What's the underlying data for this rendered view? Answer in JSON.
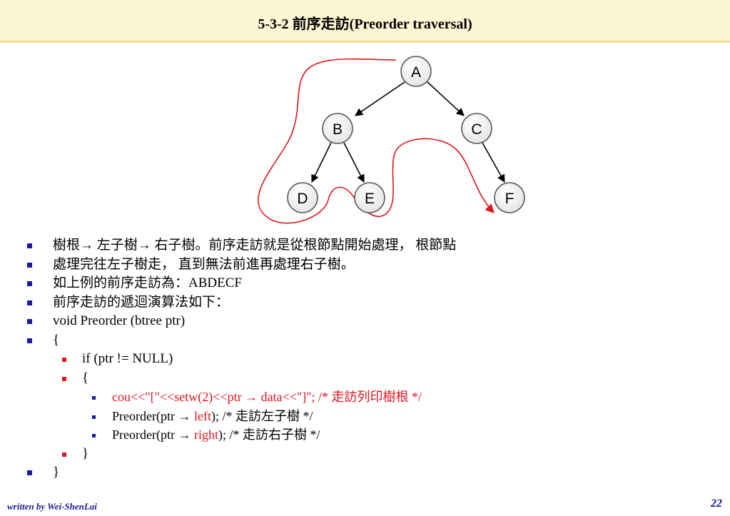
{
  "title": "5-3-2 前序走訪(Preorder traversal)",
  "tree": {
    "nodes": {
      "A": "A",
      "B": "B",
      "C": "C",
      "D": "D",
      "E": "E",
      "F": "F"
    }
  },
  "bullets": {
    "line1": "樹根→ 左子樹→ 右子樹。前序走訪就是從根節點開始處理， 根節點",
    "line2": "處理完往左子樹走， 直到無法前進再處理右子樹。",
    "line3": "如上例的前序走訪為：ABDECF",
    "line4": "前序走訪的遞迴演算法如下：",
    "line5": "void Preorder (btree ptr)",
    "line6": "{",
    "line7": "if (ptr != NULL)",
    "line8": "{",
    "line9": "cou<<\"[\"<<setw(2)<<ptr → data<<\"]\"; /* 走訪列印樹根 */",
    "line10_a": "Preorder(ptr → ",
    "line10_b": "left",
    "line10_c": "); /* 走訪左子樹 */",
    "line11_a": "Preorder(ptr → ",
    "line11_b": "right",
    "line11_c": "); /* 走訪右子樹 */",
    "line12": "}",
    "line13": "}"
  },
  "footer": {
    "author": "written by Wei-ShenLai",
    "page": "22"
  },
  "colors": {
    "title_bg": "#fdf6d2",
    "title_border": "#f5dc96",
    "bullet_blue": "#1a1aa0",
    "accent_red": "#e0141e",
    "footer_text": "#1a1a8c"
  }
}
